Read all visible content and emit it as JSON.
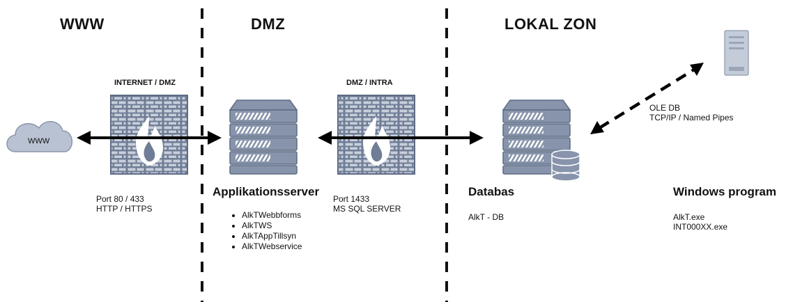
{
  "zones": {
    "www": "WWW",
    "dmz": "DMZ",
    "lokal": "LOKAL ZON"
  },
  "firewall_labels": {
    "internet_dmz": "INTERNET / DMZ",
    "dmz_intra": "DMZ / INTRA"
  },
  "cloud_label": "WWW",
  "port_http": {
    "line1": "Port 80 / 433",
    "line2": "HTTP / HTTPS"
  },
  "app_server": {
    "title": "Applikationsserver",
    "items": [
      "AlkTWebbforms",
      "AlkTWS",
      "AlkTAppTillsyn",
      "AlkTWebservice"
    ]
  },
  "port_sql": {
    "line1": "Port 1433",
    "line2": "MS SQL SERVER"
  },
  "database": {
    "title": "Databas",
    "name": "AlkT - DB"
  },
  "connection": {
    "line1": "OLE DB",
    "line2": "TCP/IP / Named Pipes"
  },
  "windows": {
    "title": "Windows program",
    "items": [
      "AlkT.exe",
      "INT000XX.exe"
    ]
  },
  "colors": {
    "icon_dark": "#6b7a94",
    "icon_mid": "#8794ab",
    "icon_light": "#c4ccd9",
    "cloud": "#b8c2d2",
    "line": "#000000"
  }
}
